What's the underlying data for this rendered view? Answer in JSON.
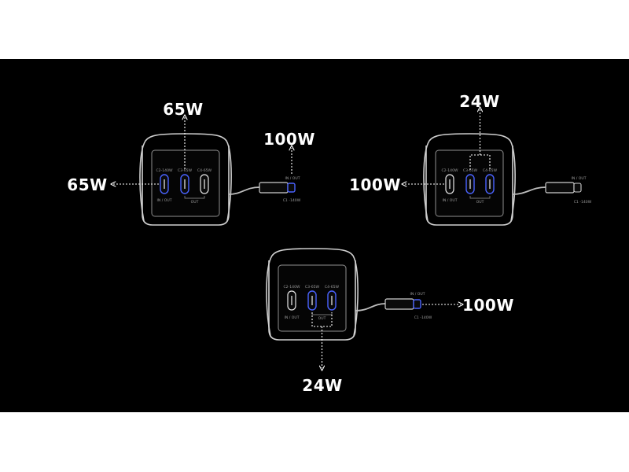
{
  "colors": {
    "background": "#000000",
    "frame": "#ffffff",
    "accent": "#4a63ff",
    "text": "#ffffff"
  },
  "panel_a": {
    "port_labels": [
      "C2-140W",
      "C3-65W",
      "C4-65W"
    ],
    "in_out_label": "IN / OUT",
    "out_label": "OUT",
    "cable_in_out_label": "IN / OUT",
    "cable_port_label": "C1 -140W",
    "top_watt": "65W",
    "left_watt": "65W",
    "cable_watt": "100W"
  },
  "panel_b": {
    "port_labels": [
      "C2-140W",
      "C3-65W",
      "C4-65W"
    ],
    "in_out_label": "IN / OUT",
    "out_label": "OUT",
    "cable_in_out_label": "IN / OUT",
    "cable_port_label": "C1 -140W",
    "top_watt": "24W",
    "left_watt": "100W"
  },
  "panel_c": {
    "port_labels": [
      "C2-140W",
      "C3-65W",
      "C4-65W"
    ],
    "in_out_label": "IN / OUT",
    "out_label": "OUT",
    "cable_in_out_label": "IN / OUT",
    "cable_port_label": "C1 -140W",
    "bottom_watt": "24W",
    "cable_watt": "100W"
  }
}
